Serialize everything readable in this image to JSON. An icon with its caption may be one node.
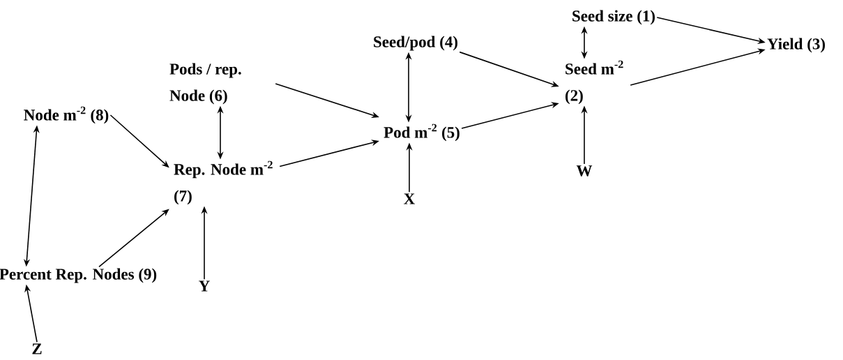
{
  "diagram": {
    "nodes": [
      {
        "text": [
          "Seed size (1)"
        ]
      },
      {
        "text": [
          "Yield (3)"
        ]
      },
      {
        "text": [
          "Seed/pod (4)"
        ]
      },
      {
        "text": [
          "Seed m$^{-2}$ (2)"
        ]
      },
      {
        "text": [
          "Pods / rep. Node (6)"
        ]
      },
      {
        "text": [
          "Node m$^{-2}$ (8)"
        ]
      },
      {
        "text": [
          "Pod m$^{-2}$ (5)"
        ]
      },
      {
        "text": [
          "Rep. Node m$^{-2}$ (7)"
        ]
      },
      {
        "text": [
          "W"
        ]
      },
      {
        "text": [
          "X"
        ]
      },
      {
        "text": [
          "Percent Rep. Nodes (9)"
        ]
      },
      {
        "text": [
          "Y"
        ]
      },
      {
        "text": [
          "Z"
        ]
      }
    ],
    "edges": [
      {
        "from": 0,
        "to": 1,
        "arrow": "to"
      },
      {
        "from": 3,
        "to": 1,
        "arrow": "to"
      },
      {
        "from": 0,
        "to": 3,
        "arrow": "both"
      },
      {
        "from": 2,
        "to": 3,
        "arrow": "to"
      },
      {
        "from": 6,
        "to": 3,
        "arrow": "to"
      },
      {
        "from": 2,
        "to": 6,
        "arrow": "both"
      },
      {
        "from": 8,
        "to": 3,
        "arrow": "to"
      },
      {
        "from": 4,
        "to": 6,
        "arrow": "to"
      },
      {
        "from": 7,
        "to": 6,
        "arrow": "to"
      },
      {
        "from": 9,
        "to": 6,
        "arrow": "to"
      },
      {
        "from": 4,
        "to": 7,
        "arrow": "both"
      },
      {
        "from": 5,
        "to": 7,
        "arrow": "to"
      },
      {
        "from": 10,
        "to": 7,
        "arrow": "to"
      },
      {
        "from": 5,
        "to": 10,
        "arrow": "both"
      },
      {
        "from": 11,
        "to": 7,
        "arrow": "to"
      },
      {
        "from": 12,
        "to": 10,
        "arrow": "to"
      }
    ]
  }
}
